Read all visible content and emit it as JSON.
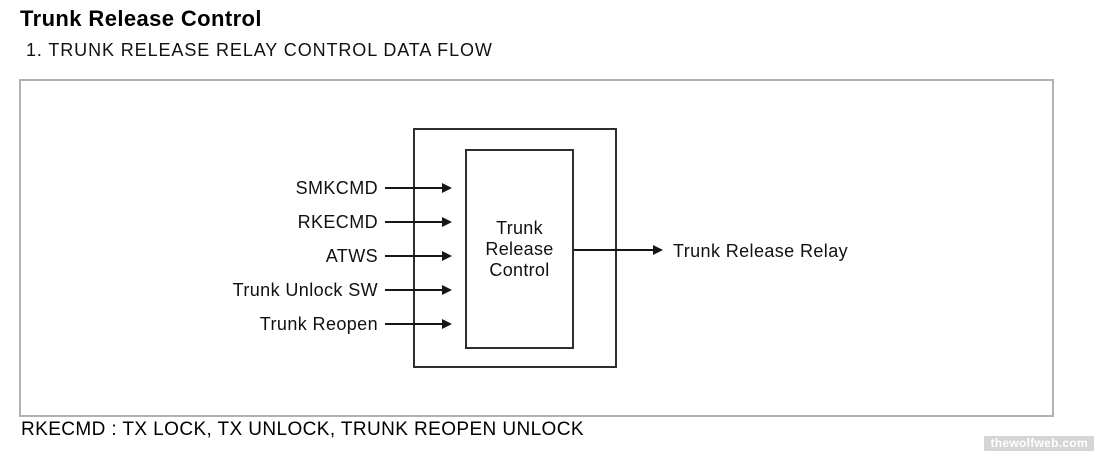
{
  "page": {
    "title": "Trunk Release Control",
    "subtitle": "1. TRUNK RELEASE RELAY CONTROL DATA FLOW",
    "footnote": "RKECMD : TX LOCK, TX UNLOCK, TRUNK REOPEN UNLOCK",
    "watermark": "thewolfweb.com"
  },
  "diagram": {
    "block_label_lines": [
      "Trunk",
      "Release",
      "Control"
    ],
    "inputs": [
      {
        "label": "SMKCMD"
      },
      {
        "label": "RKECMD"
      },
      {
        "label": "ATWS"
      },
      {
        "label": "Trunk Unlock SW"
      },
      {
        "label": "Trunk Reopen"
      }
    ],
    "output": {
      "label": "Trunk Release Relay"
    },
    "colors": {
      "box_line": "#2e2e2e",
      "arrow_line": "#161616",
      "frame_border": "#b2b2b2",
      "text": "#111111",
      "watermark_bg": "#d5d5d5",
      "watermark_text": "#ffffff"
    }
  }
}
